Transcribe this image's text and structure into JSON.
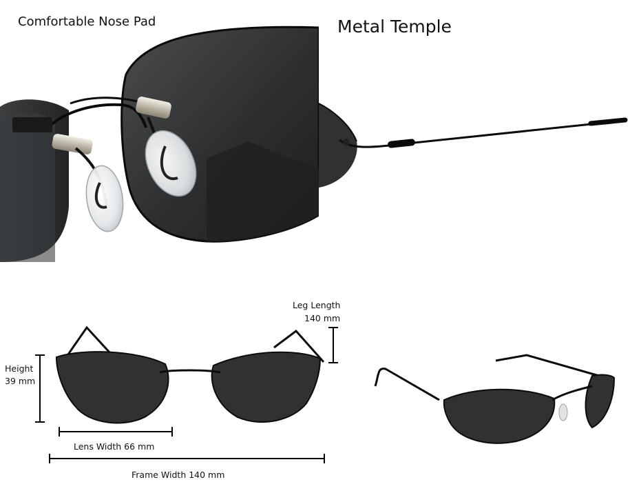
{
  "captions": {
    "nose_pad": "Comfortable Nose Pad",
    "metal_temple": "Metal Temple"
  },
  "dimensions": {
    "height_label": "Height",
    "height_value": "39 mm",
    "leg_label": "Leg Length",
    "leg_value": "140 mm",
    "lens_width": "Lens Width 66 mm",
    "frame_width": "Frame Width 140 mm"
  },
  "colors": {
    "lens": "#2f3133",
    "frame": "#0b0b0b",
    "background": "#ffffff"
  }
}
